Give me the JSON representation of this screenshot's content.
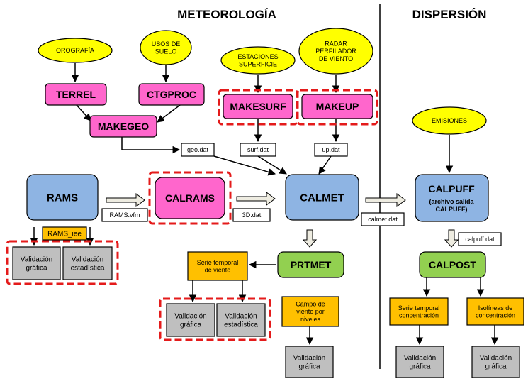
{
  "headings": {
    "meteo": "METEOROLOGÍA",
    "disp": "DISPERSIÓN"
  },
  "colors": {
    "input": "#FFFF00",
    "process_pink": "#FF66CC",
    "process_blue": "#8EB4E3",
    "process_green": "#92D050",
    "output_orange": "#FFC000",
    "validation_gray": "#BFBFBF",
    "dashed_border": "#E41B1B",
    "file_box": "#FFFFFF",
    "hollow_arrow_fill": "#EEECE1"
  },
  "inputs": {
    "orografia": [
      "OROGRAFÍA"
    ],
    "usos_suelo": [
      "USOS DE",
      "SUELO"
    ],
    "estaciones": [
      "ESTACIONES",
      "SUPERFICIE"
    ],
    "radar": [
      "RADAR",
      "PERFILADOR",
      "DE VIENTO"
    ],
    "emisiones": [
      "EMISIONES"
    ]
  },
  "processes": {
    "terrel": "TERREL",
    "ctgproc": "CTGPROC",
    "makegeo": "MAKEGEO",
    "makesurf": "MAKESURF",
    "makeup": "MAKEUP",
    "rams": "RAMS",
    "calrams": "CALRAMS",
    "calmet": "CALMET",
    "calpuff": "CALPUFF",
    "calpuff_sub": [
      "(archivo salida",
      "CALPUFF)"
    ],
    "prtmet": "PRTMET",
    "calpost": "CALPOST"
  },
  "files": {
    "geo": "geo.dat",
    "surf": "surf.dat",
    "up": "up.dat",
    "rams_vfm": "RAMS.vfm",
    "d3": "3D.dat",
    "calmet_dat": "calmet.dat",
    "calpuff_dat": "calpuff.dat",
    "rams_iee": "RAMS_iee"
  },
  "outputs": {
    "serie_viento": [
      "Serie temporal",
      "de viento"
    ],
    "campo_viento": [
      "Campo de",
      "viento por",
      "niveles"
    ],
    "serie_conc": [
      "Serie temporal",
      "concentración"
    ],
    "isolineas": [
      "Isolíneas de",
      "concentración"
    ]
  },
  "validations": {
    "v_rams_graf": [
      "Validación",
      "gráfica"
    ],
    "v_rams_est": [
      "Validación",
      "estadística"
    ],
    "v_prt_graf": [
      "Validación",
      "gráfica"
    ],
    "v_prt_est": [
      "Validación",
      "estadística"
    ],
    "v_campo": [
      "Validación",
      "gráfica"
    ],
    "v_serie_conc": [
      "Validación",
      "gráfica"
    ],
    "v_iso": [
      "Validación",
      "gráfica"
    ]
  }
}
